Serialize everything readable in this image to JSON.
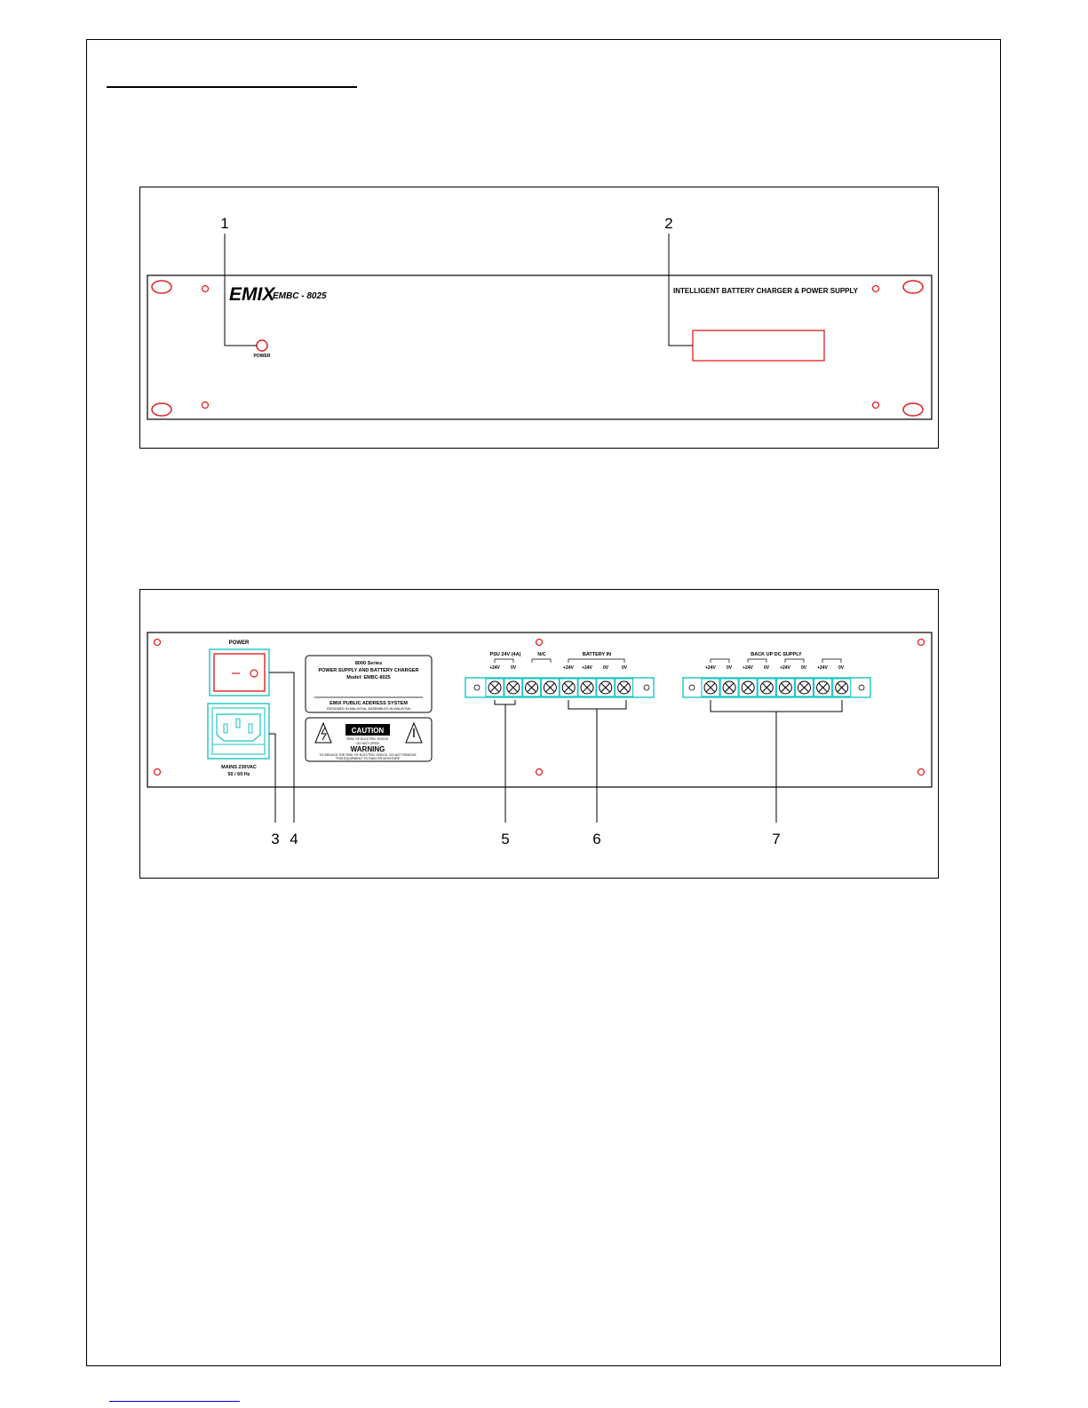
{
  "colors": {
    "cyan": "#1bc4c4",
    "red": "#e02020",
    "ink": "#000000"
  },
  "front_panel": {
    "callouts": [
      "1",
      "2"
    ],
    "brand": "EMIX",
    "model": "EMBC - 8025",
    "tagline": "INTELLIGENT BATTERY CHARGER & POWER SUPPLY",
    "power_led_label": "POWER"
  },
  "rear_panel": {
    "power_label": "POWER",
    "mains_label_1": "MAINS 230VAC",
    "mains_label_2": "50 / 60 Hz",
    "label_series": "8000 Series",
    "label_title": "POWER SUPPLY AND BATTERY CHARGER",
    "label_model": "Model: EMBC-8025",
    "label_company": "EMIX PUBLIC ADDRESS SYSTEM",
    "label_reg": "DESIGNED IN MALAYSIA, ASSEMBLED IN MALAYSIA",
    "caution": "CAUTION",
    "caution_sub1": "RISK OF ELECTRIC SHOCK",
    "caution_sub2": "DO NOT OPEN",
    "warning": "WARNING",
    "warning_sub1": "TO REDUCE THE RISK OF ELECTRIC SHOCK, DO NOT REMOVE",
    "warning_sub2": "THIS EQUIPMENT TO RAIN OR MOISTURE",
    "psu_group": "PSU 24V (4A)",
    "nc_group": "N/C",
    "battery_group": "BATTERY IN",
    "backup_group": "BACK UP DC SUPPLY",
    "terminal_labels_left": [
      "+24V",
      "0V",
      "+24V",
      "+24V",
      "0V",
      "0V"
    ],
    "terminal_labels_right": [
      "+24V",
      "0V",
      "+24V",
      "0V",
      "+24V",
      "0V",
      "+24V",
      "0V"
    ],
    "callouts": [
      "3",
      "4",
      "5",
      "6",
      "7"
    ]
  }
}
